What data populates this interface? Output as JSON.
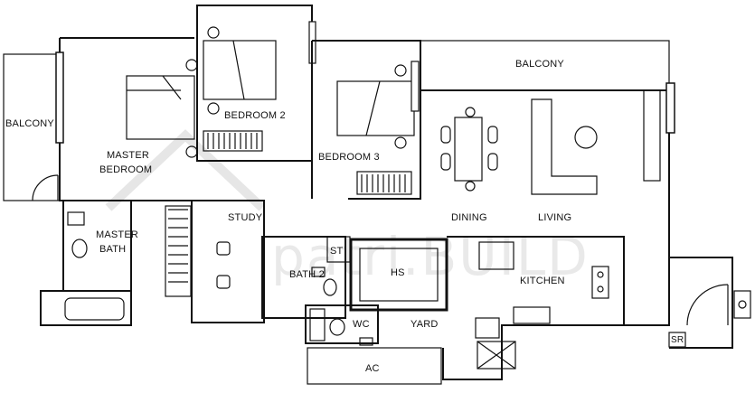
{
  "watermark": {
    "text": "patri.BUILD"
  },
  "rooms": {
    "balcony_left": "BALCONY",
    "master_bedroom_line1": "MASTER",
    "master_bedroom_line2": "BEDROOM",
    "bedroom2": "BEDROOM 2",
    "bedroom3": "BEDROOM 3",
    "balcony_top": "BALCONY",
    "dining": "DINING",
    "living": "LIVING",
    "study": "STUDY",
    "master_bath_line1": "MASTER",
    "master_bath_line2": "BATH",
    "store": "ST",
    "bath2": "BATH 2",
    "household_shelter": "HS",
    "kitchen": "KITCHEN",
    "wc": "WC",
    "yard": "YARD",
    "ac_ledge": "AC",
    "service_riser": "SR"
  }
}
